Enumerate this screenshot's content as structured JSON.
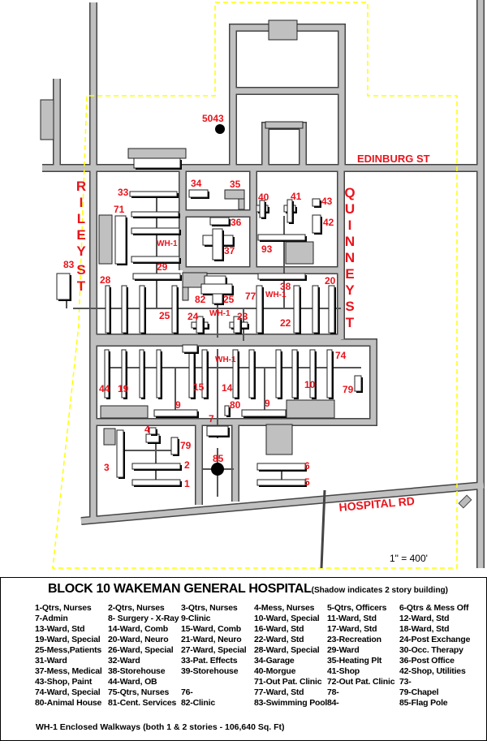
{
  "map": {
    "streets": {
      "edinburg": "EDINBURG ST",
      "riley": "RILEY",
      "riley_st": "ST",
      "quinney": "QUINNEY",
      "quinney_st": "ST",
      "hospital_rd": "HOSPITAL RD"
    },
    "scale": "1\" = 400'",
    "labels": [
      "5043",
      "33",
      "71",
      "WH-1",
      "29",
      "28",
      "25",
      "82",
      "25",
      "24",
      "WH-1",
      "23",
      "34",
      "35",
      "36",
      "37",
      "40",
      "41",
      "43",
      "42",
      "93",
      "38",
      "WH-1",
      "77",
      "20",
      "22",
      "83",
      "WH-1",
      "74",
      "44",
      "19",
      "15",
      "14",
      "10",
      "79",
      "9",
      "9",
      "80",
      "7",
      "4",
      "79",
      "3",
      "2",
      "1",
      "85",
      "6",
      "5"
    ],
    "colors": {
      "label": "#e8141c",
      "road": "#c0c0c0",
      "boundary": "#ffff00"
    }
  },
  "legend": {
    "title": "BLOCK 10 WAKEMAN GENERAL HOSPITAL",
    "subtitle": "(Shadow indicates 2 story building)",
    "rows": [
      [
        "1-Qtrs, Nurses",
        "2-Qtrs, Nurses",
        "3-Qtrs, Nurses",
        "4-Mess, Nurses",
        "5-Qtrs, Officers",
        "6-Qtrs & Mess Off"
      ],
      [
        "7-Admin",
        "8- Surgery - X-Ray",
        "9-Clinic",
        "10-Ward, Special",
        "11-Ward, Std",
        "12-Ward, Std"
      ],
      [
        "13-Ward, Std",
        "14-Ward, Comb",
        "15-Ward, Comb",
        "16-Ward, Std",
        "17-Ward, Std",
        "18-Ward, Std"
      ],
      [
        "19-Ward, Special",
        "20-Ward, Neuro",
        "21-Ward, Neuro",
        "22-Ward, Std",
        "23-Recreation",
        "24-Post Exchange"
      ],
      [
        "25-Mess,Patients",
        "26-Ward, Special",
        "27-Ward, Special",
        "28-Ward, Special",
        "29-Ward",
        "30-Occ. Therapy"
      ],
      [
        "31-Ward",
        "32-Ward",
        "33-Pat. Effects",
        "34-Garage",
        "35-Heating Plt",
        "36-Post Office"
      ],
      [
        "37-Mess, Medical",
        "38-Storehouse",
        "39-Storehouse",
        "40-Morgue",
        "41-Shop",
        "42-Shop, Utilities"
      ],
      [
        "43-Shop, Paint",
        "44-Ward, OB",
        "",
        "71-Out Pat. Clinic",
        "72-Out Pat. Clinic",
        "73-"
      ],
      [
        "74-Ward, Special",
        "75-Qtrs, Nurses",
        "76-",
        "77-Ward, Std",
        "78-",
        "79-Chapel"
      ],
      [
        "80-Animal House",
        "81-Cent. Services",
        "82-Clinic",
        "83-Swimming Pool",
        "84-",
        "85-Flag Pole"
      ]
    ],
    "walkways": "WH-1 Enclosed Walkways (both 1 & 2 stories - 106,640 Sq. Ft)"
  }
}
